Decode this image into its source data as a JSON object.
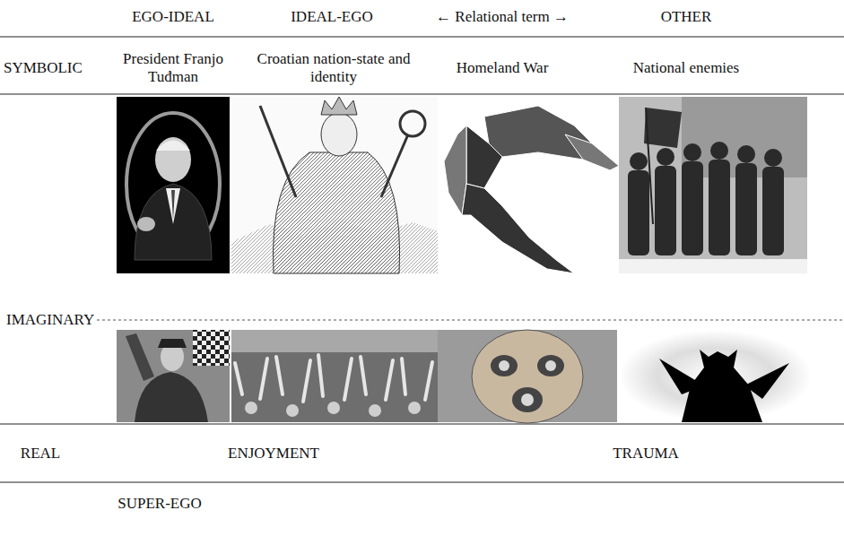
{
  "diagram": {
    "labels": [
      "EGO-IDEAL",
      "IDEAL-EGO",
      "← Relational term →",
      "OTHER",
      "SYMBOLIC",
      "President Franjo Tuđman",
      "Croatian nation-state and identity",
      "Homeland War",
      "National enemies",
      "IMAGINARY",
      "REAL",
      "ENJOYMENT",
      "TRAUMA",
      "SUPER-EGO"
    ]
  }
}
